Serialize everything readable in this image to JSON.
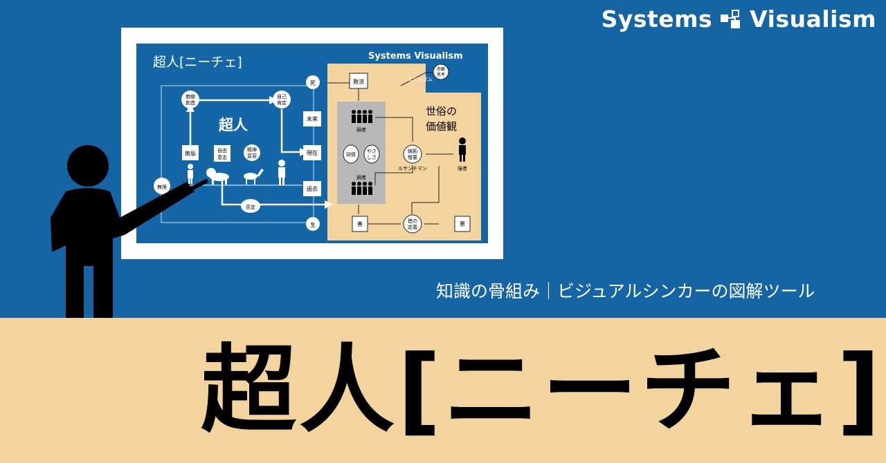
{
  "brand": {
    "name": "Systems Visualism"
  },
  "subtitle": "知識の骨組み｜ビジュアルシンカーの図解ツール",
  "title": "超人[ニーチェ]",
  "diagram": {
    "title": "超人[ニーチェ]",
    "brand": "Systems Visualism",
    "overman": "超人",
    "worldly": [
      "世俗の",
      "価値観"
    ],
    "nodes": {
      "value_create": [
        "価値",
        "創造"
      ],
      "self_affirm": [
        "自己",
        "肯定"
      ],
      "innocence": "無垢",
      "free_will": [
        "自由",
        "意志"
      ],
      "spirit_change": [
        "精神",
        "変容"
      ],
      "death": "死",
      "future": "未来",
      "present": "現在",
      "past": "過去",
      "life": "生",
      "eternal": "無限",
      "negation": "否定",
      "salvation": "救済",
      "nihilism": "ニヒリズム",
      "pessimism": [
        "悲観",
        "思考"
      ],
      "weak_top": "弱者",
      "weak_bottom": "弱者",
      "sympathy": "同情",
      "kindness": [
        "やさ",
        "しさ"
      ],
      "envy": [
        "嫉妬",
        "憎悪"
      ],
      "ressentiment": "ルサンチマン",
      "strong": "強者",
      "good": "善",
      "evil": "悪",
      "morality": [
        "徳の",
        "定義"
      ]
    }
  },
  "colors": {
    "background_blue": "#1565a4",
    "diagram_blue": "#1466a6",
    "sand": "#f3d49e",
    "gray_box": "#b8b8b8"
  }
}
